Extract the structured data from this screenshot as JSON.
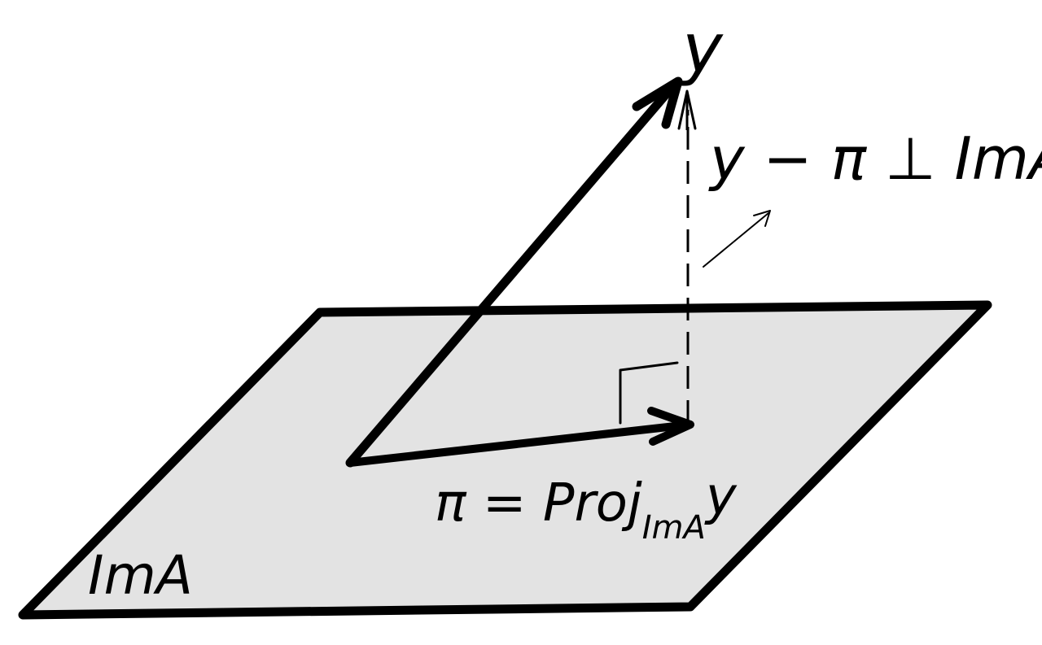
{
  "colors": {
    "plane_fill": "#e3e3e3",
    "ink": "#000000",
    "background": "#ffffff"
  },
  "labels": {
    "vector_top": "y",
    "orthogonal_relation": "y − π ⊥ ImA",
    "projection_lhs": "π = Proj",
    "projection_subscript": "ImA",
    "projection_rhs": "y",
    "plane_name": "ImA"
  }
}
